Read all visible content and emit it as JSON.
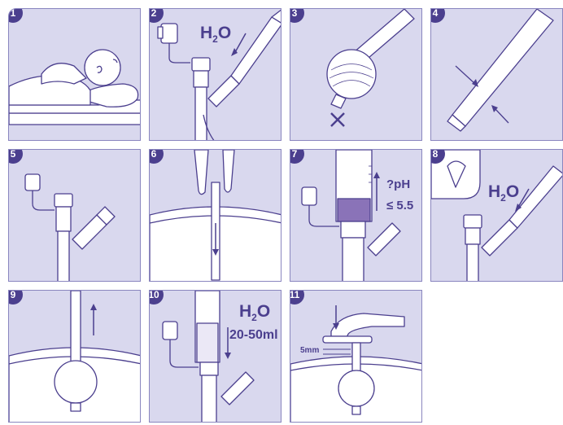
{
  "steps": [
    {
      "number": "1"
    },
    {
      "number": "2",
      "label_h": "H",
      "label_sub": "2",
      "label_o": "O"
    },
    {
      "number": "3"
    },
    {
      "number": "4"
    },
    {
      "number": "5"
    },
    {
      "number": "6"
    },
    {
      "number": "7",
      "ph_label": "?pH",
      "ph_value": "≤ 5.5"
    },
    {
      "number": "8",
      "label_h": "H",
      "label_sub": "2",
      "label_o": "O"
    },
    {
      "number": "9"
    },
    {
      "number": "10",
      "label_h": "H",
      "label_sub": "2",
      "label_o": "O",
      "volume": "20-50ml"
    },
    {
      "number": "11",
      "depth": "5mm"
    }
  ],
  "colors": {
    "panel_bg": "#d9d8ee",
    "outline": "#4b3f8e",
    "accent": "#4b3f8e",
    "fill": "#ffffff"
  }
}
